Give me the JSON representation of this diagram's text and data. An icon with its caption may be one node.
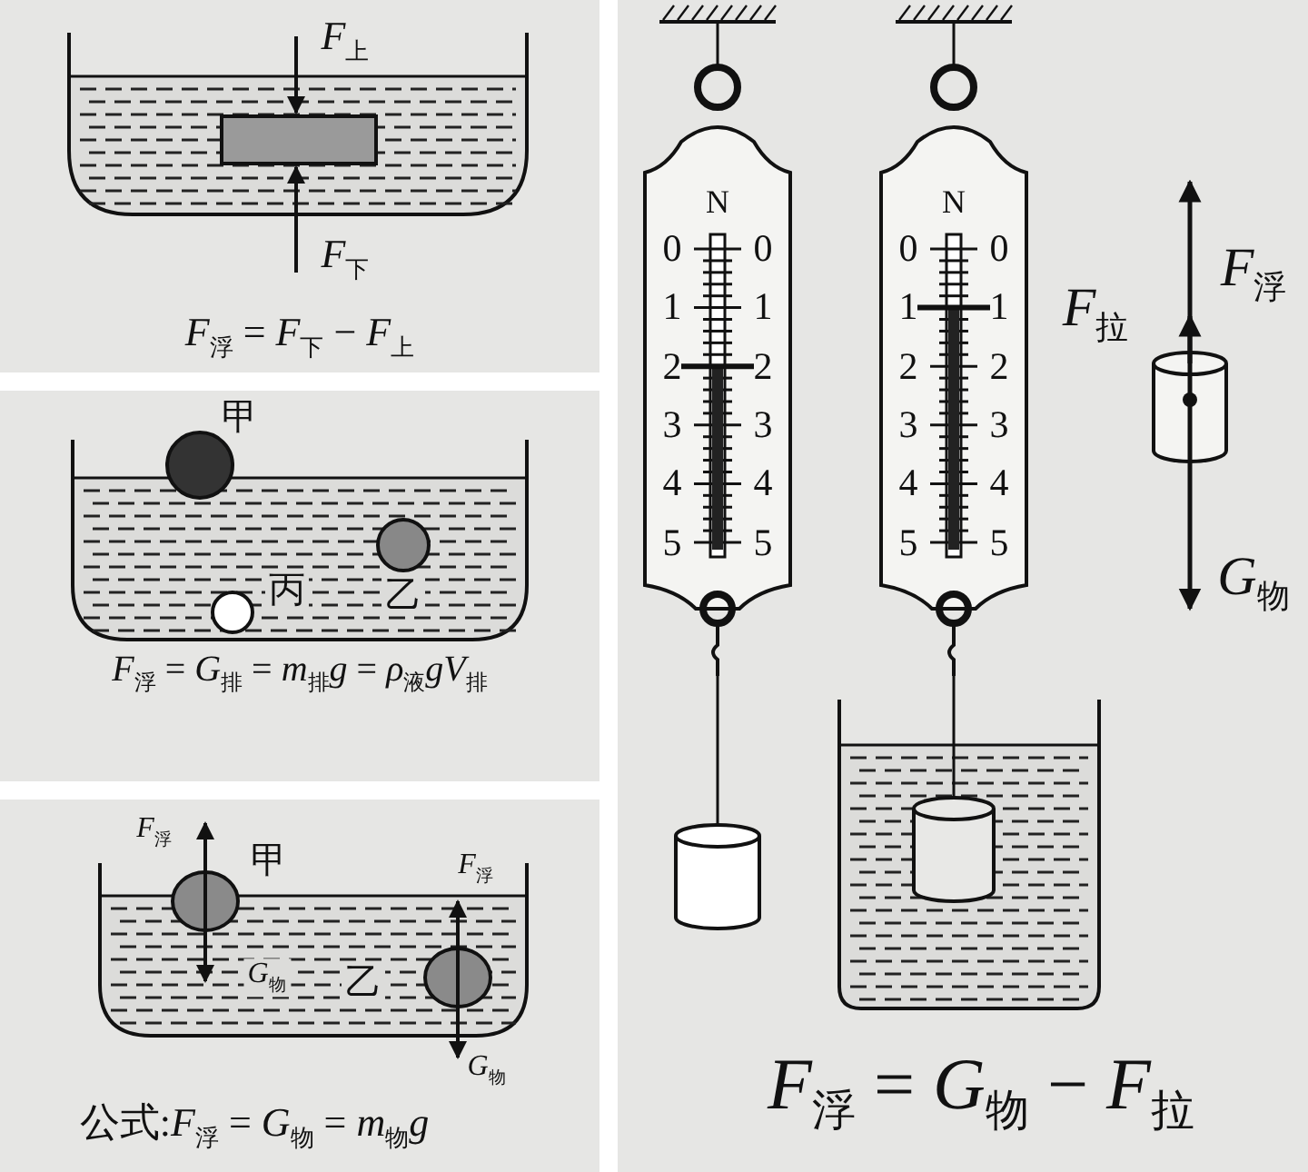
{
  "diagram": {
    "labels": [
      "*F*$_{上}$",
      "*F*$_{下}$",
      "*F*$_{浮}$ = *F*$_{下}$ − *F*$_{上}$",
      "甲",
      "丙",
      "乙",
      "*F*$_{浮}$ = *G*$_{排}$ = *m*$_{排}$*g* = *ρ*$_{液}$*gV*$_{排}$",
      "*F*$_{浮}$",
      "甲",
      "*F*$_{浮}$",
      "*G*$_{物}$",
      "乙",
      "*G*$_{物}$",
      "公式:*F*$_{浮}$ = *G*$_{物}$ = *m*$_{物}$*g*",
      "N",
      "0",
      "0",
      "1",
      "1",
      "2",
      "2",
      "3",
      "3",
      "4",
      "4",
      "5",
      "5",
      "N",
      "0",
      "0",
      "1",
      "1",
      "2",
      "2",
      "3",
      "3",
      "4",
      "4",
      "5",
      "5",
      "*F*$_{拉}$",
      "*F*$_{浮}$",
      "*G*$_{物}$",
      "*F*$_{浮}$ = *G*$_{物}$ − *F*$_{拉}$"
    ]
  }
}
